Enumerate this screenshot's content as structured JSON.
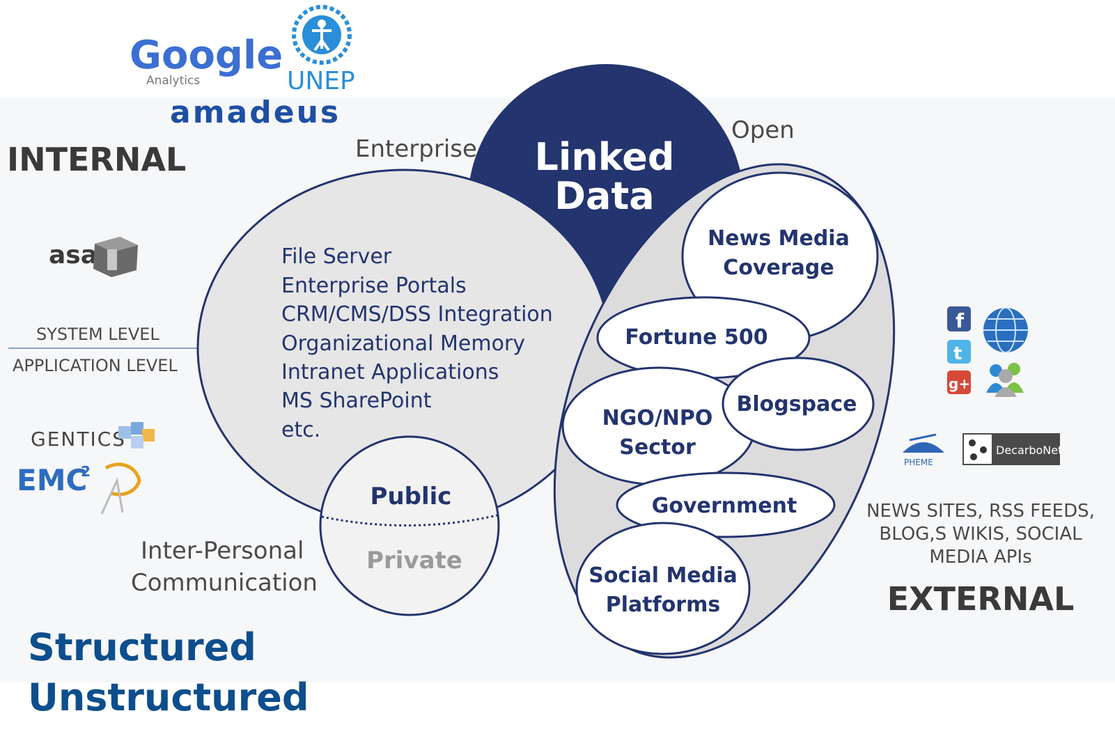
{
  "logos": {
    "google": {
      "word": "Google",
      "sub": "Analytics"
    },
    "unep": "UNEP",
    "amadeus": "amadeus",
    "asa": "asa",
    "gentics": "GENTICS",
    "emc": "EMC",
    "emc_sup": "2",
    "pheme": "PHEME",
    "decarbonet": "DecarboNet"
  },
  "left": {
    "internal": "INTERNAL",
    "system_level": "SYSTEM LEVEL",
    "application_level": "APPLICATION LEVEL",
    "inter_personal_1": "Inter-Personal",
    "inter_personal_2": "Communication"
  },
  "top": {
    "enterprise": "Enterprise",
    "open": "Open",
    "linked_1": "Linked",
    "linked_2": "Data"
  },
  "enterprise_list": [
    "File Server",
    "Enterprise Portals",
    "CRM/CMS/DSS Integration",
    "Organizational Memory",
    "Intranet Applications",
    "MS SharePoint",
    "etc."
  ],
  "small_circle": {
    "public": "Public",
    "private": "Private"
  },
  "open_bubbles": {
    "news_1": "News Media",
    "news_2": "Coverage",
    "fortune": "Fortune 500",
    "ngo_1": "NGO/NPO",
    "ngo_2": "Sector",
    "blogspace": "Blogspace",
    "government": "Government",
    "social_1": "Social Media",
    "social_2": "Platforms"
  },
  "right": {
    "sources_1": "NEWS SITES, RSS FEEDS,",
    "sources_2": "BLOG,S WIKIS, SOCIAL",
    "sources_3": "MEDIA APIs",
    "external": "EXTERNAL"
  },
  "legend": {
    "structured": "Structured",
    "unstructured": "Unstructured"
  },
  "colors": {
    "navy": "#23346e",
    "bubble_fill": "#e6e6e6",
    "background": "#ffffff",
    "legend_blue": "#0d4e8c"
  },
  "icons": [
    "facebook-icon",
    "twitter-icon",
    "google-plus-icon",
    "globe-icon",
    "users-icon"
  ]
}
